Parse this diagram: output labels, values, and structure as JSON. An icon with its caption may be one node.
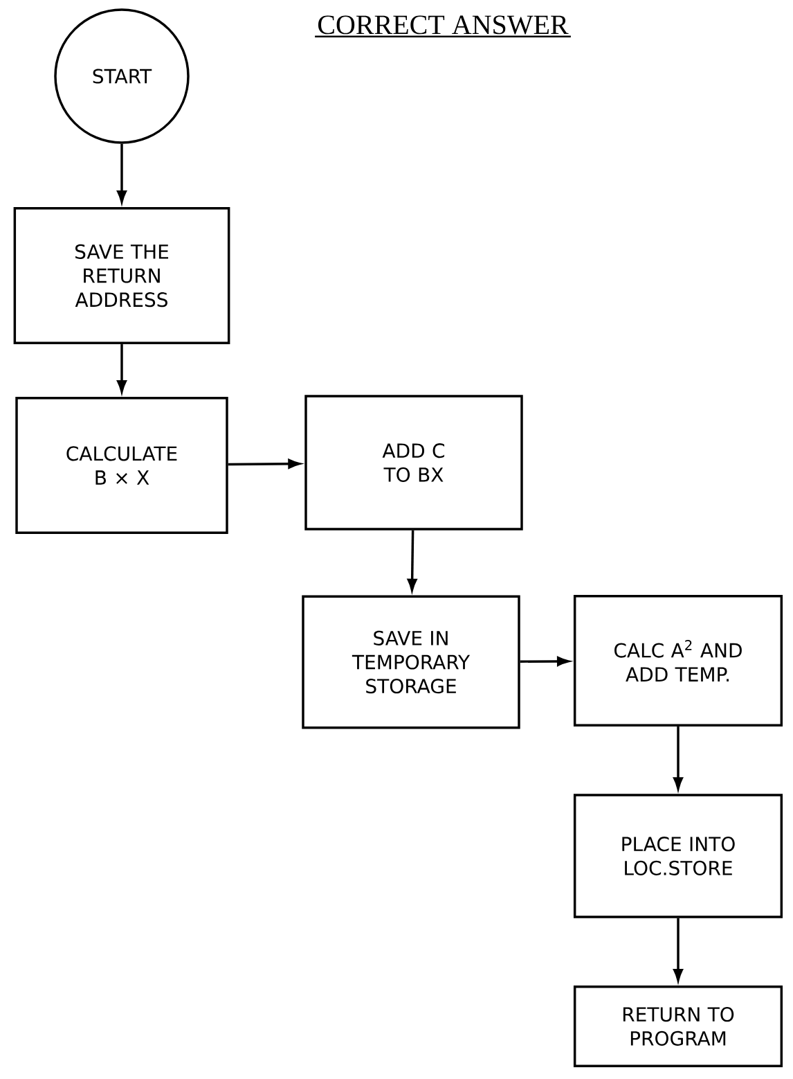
{
  "diagram": {
    "title": "CORRECT ANSWER",
    "nodes": [
      {
        "text": [
          "START"
        ]
      },
      {
        "text": [
          "SAVE THE RETURN ADDRESS"
        ]
      },
      {
        "text": [
          "CALCULATE B × X"
        ]
      },
      {
        "text": [
          "ADD C TO BX"
        ]
      },
      {
        "text": [
          "SAVE IN TEMPORARY STORAGE"
        ]
      },
      {
        "text": [
          "CALC A$^{2}$ AND ADD TEMP."
        ]
      },
      {
        "text": [
          "PLACE INTO LOC.STORE"
        ]
      },
      {
        "text": [
          "RETURN TO PROGRAM"
        ]
      }
    ],
    "edges": [
      {
        "from": 0,
        "to": 1,
        "arrow": "to"
      },
      {
        "from": 1,
        "to": 2,
        "arrow": "to"
      },
      {
        "from": 2,
        "to": 3,
        "arrow": "to"
      },
      {
        "from": 3,
        "to": 4,
        "arrow": "to"
      },
      {
        "from": 4,
        "to": 5,
        "arrow": "to"
      },
      {
        "from": 5,
        "to": 6,
        "arrow": "to"
      },
      {
        "from": 6,
        "to": 7,
        "arrow": "to"
      }
    ]
  }
}
